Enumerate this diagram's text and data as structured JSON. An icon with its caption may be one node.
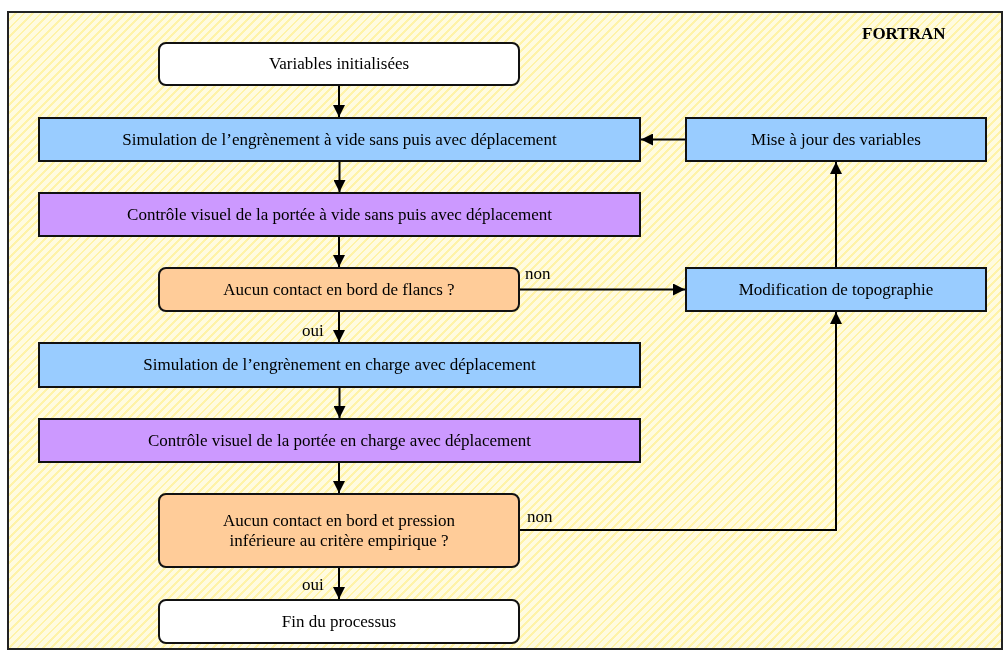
{
  "diagram": {
    "nodes": [
      {
        "text": [
          "FORTRAN"
        ]
      },
      {
        "text": [
          "Variables initialisées"
        ],
        "in": 0
      },
      {
        "text": [
          "Simulation de l’engrènement à vide sans puis avec déplacement"
        ],
        "in": 0
      },
      {
        "text": [
          "Contrôle visuel de la portée à vide sans puis avec déplacement"
        ],
        "in": 0
      },
      {
        "text": [
          "Aucun contact en bord de flancs ?"
        ],
        "in": 0
      },
      {
        "text": [
          "Simulation de l’engrènement en charge avec déplacement"
        ],
        "in": 0
      },
      {
        "text": [
          "Contrôle visuel de la portée en charge avec déplacement"
        ],
        "in": 0
      },
      {
        "text": [
          "Aucun contact en bord et pression inférieure au critère empirique ?"
        ],
        "in": 0
      },
      {
        "text": [
          "Fin du processus"
        ],
        "in": 0
      },
      {
        "text": [
          "Mise à jour des variables"
        ],
        "in": 0
      },
      {
        "text": [
          "Modification de topographie"
        ],
        "in": 0
      }
    ],
    "edges": [
      {
        "from": 1,
        "to": 2,
        "arrow": "to"
      },
      {
        "from": 2,
        "to": 3,
        "arrow": "to"
      },
      {
        "from": 3,
        "to": 4,
        "arrow": "to"
      },
      {
        "from": 4,
        "to": 5,
        "arrow": "to",
        "label": "oui"
      },
      {
        "from": 4,
        "to": 10,
        "arrow": "to",
        "label": "non"
      },
      {
        "from": 5,
        "to": 6,
        "arrow": "to"
      },
      {
        "from": 6,
        "to": 7,
        "arrow": "to"
      },
      {
        "from": 7,
        "to": 8,
        "arrow": "to",
        "label": "oui"
      },
      {
        "from": 7,
        "to": 10,
        "arrow": "to",
        "label": "non"
      },
      {
        "from": 10,
        "to": 9,
        "arrow": "to"
      },
      {
        "from": 9,
        "to": 2,
        "arrow": "to"
      }
    ]
  }
}
